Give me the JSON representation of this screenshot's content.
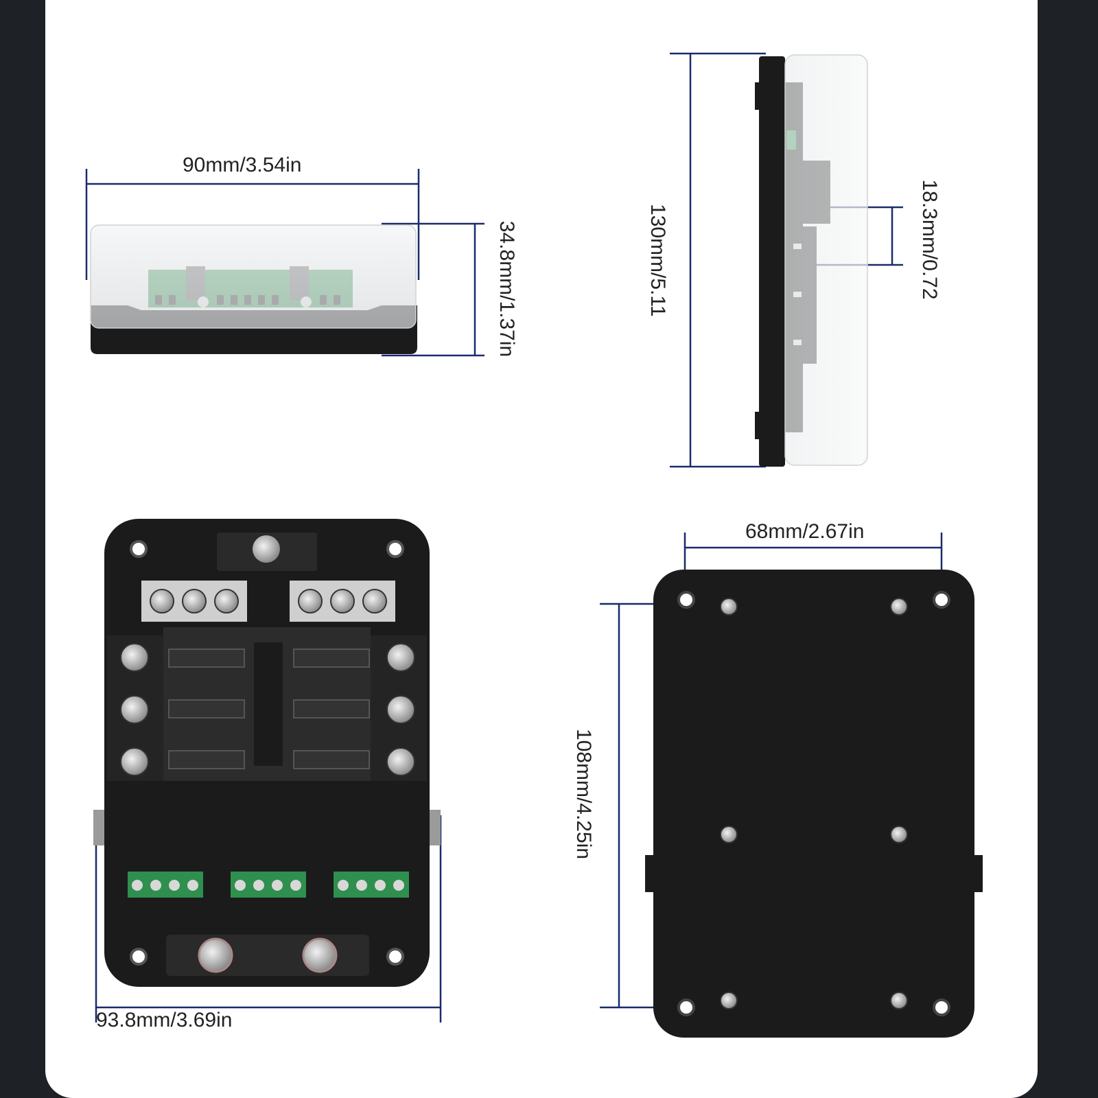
{
  "colors": {
    "dimension_line": "#1a2a6c",
    "housing": "#1b1b1b",
    "cover": "#e6e8ea",
    "terminal_green": "#2f8f4e",
    "page_frame": "#1e2126"
  },
  "views": {
    "side_view": {
      "width_label": "90mm/3.54in",
      "height_label": "34.8mm/1.37in"
    },
    "end_view": {
      "height_label": "130mm/5.11",
      "fuse_label": "18.3mm/0.72"
    },
    "top_view": {
      "width_label": "93.8mm/3.69in"
    },
    "bottom_view": {
      "width_label": "68mm/2.67in",
      "height_label": "108mm/4.25in"
    }
  }
}
